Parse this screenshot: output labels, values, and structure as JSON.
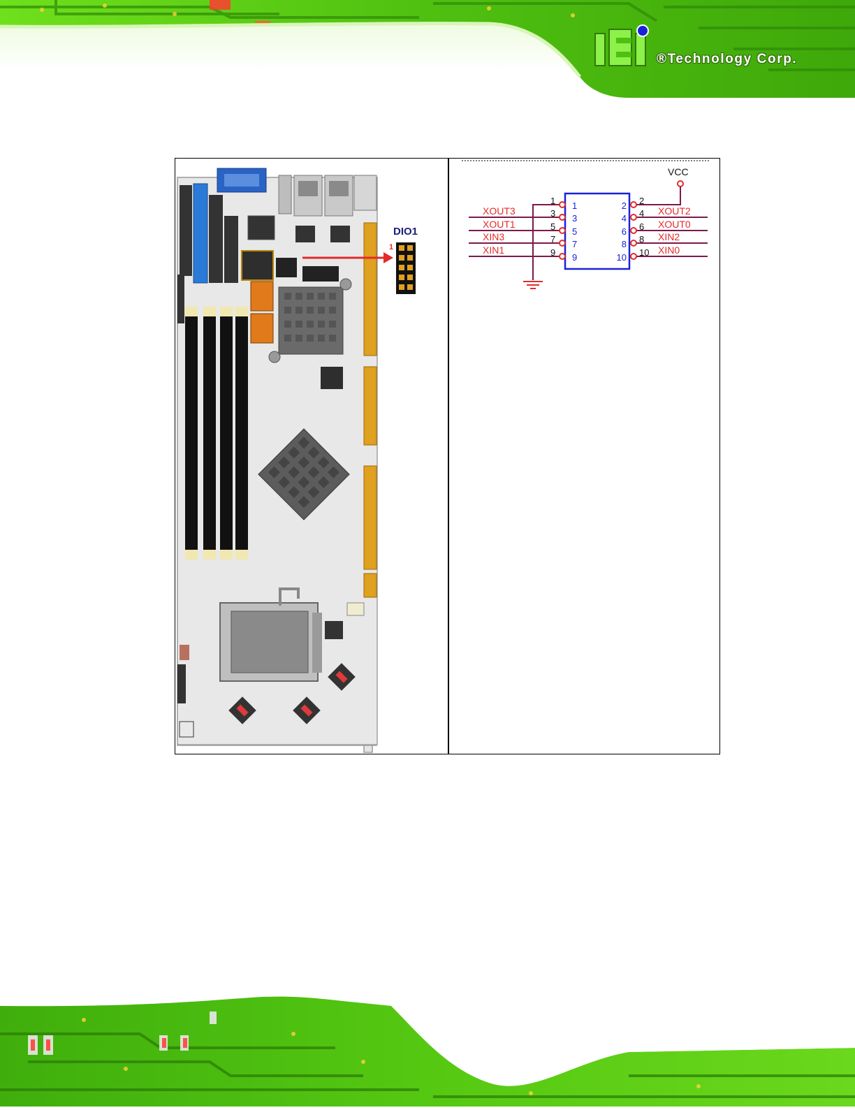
{
  "header": {
    "brand_mark": "iEi",
    "company": "®Technology Corp.",
    "colors": {
      "pcb_green": "#5cd011",
      "pcb_dark": "#2f8a07",
      "accent_red": "#ff2a2a",
      "logo_blue": "#1a22d8"
    }
  },
  "figure": {
    "connector_label": "DIO1",
    "pin1_marker": "1",
    "schematic": {
      "power_label": "VCC",
      "left_pins_outer": [
        "1",
        "3",
        "5",
        "7",
        "9"
      ],
      "left_pins_inner": [
        "1",
        "3",
        "5",
        "7",
        "9"
      ],
      "right_pins_inner": [
        "2",
        "4",
        "6",
        "8",
        "10"
      ],
      "right_pins_outer": [
        "2",
        "4",
        "6",
        "8",
        "10"
      ],
      "left_signals": [
        "XOUT3",
        "XOUT1",
        "XIN3",
        "XIN1"
      ],
      "right_signals": [
        "XOUT2",
        "XOUT0",
        "XIN2",
        "XIN0"
      ]
    }
  }
}
